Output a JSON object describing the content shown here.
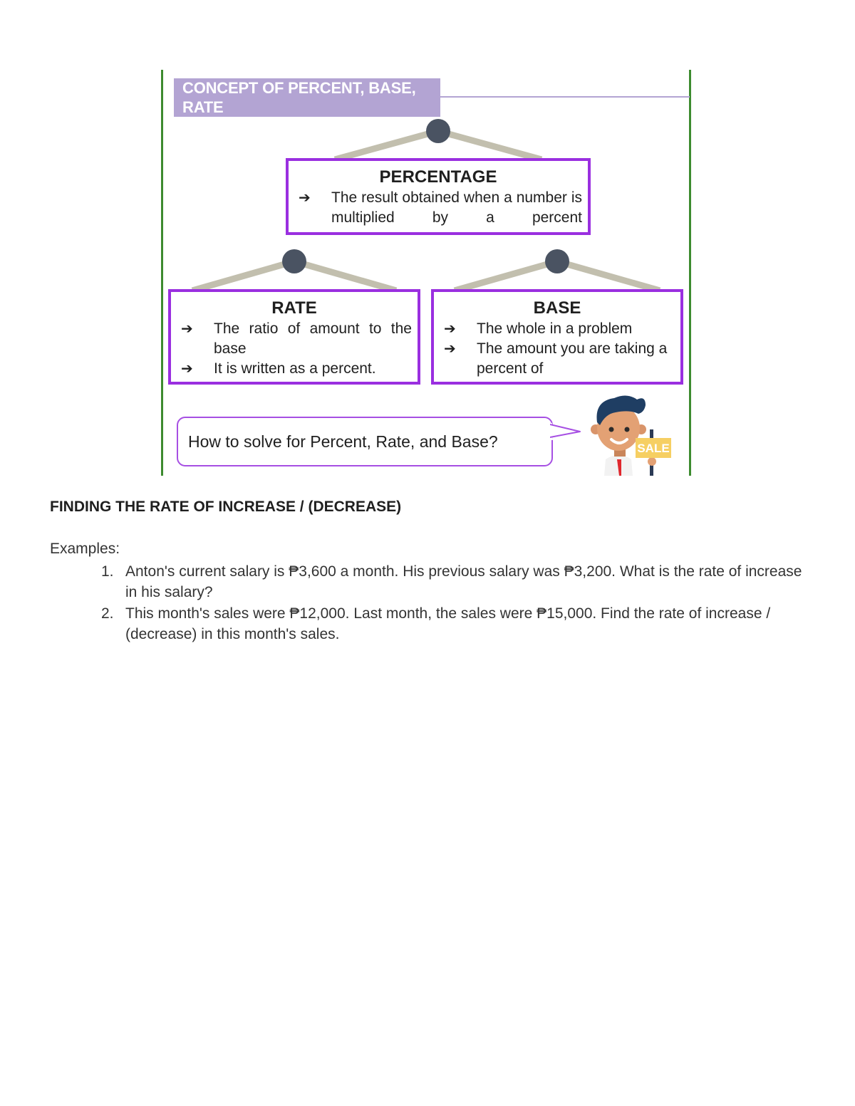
{
  "figure": {
    "title": "CONCEPT OF PERCENT, BASE, RATE",
    "percentage": {
      "heading": "PERCENTAGE",
      "items": [
        "The result obtained when a number is multiplied by a percent"
      ]
    },
    "rate": {
      "heading": "RATE",
      "items": [
        "The ratio of amount to the base",
        "It is written as a percent."
      ]
    },
    "base": {
      "heading": "BASE",
      "items": [
        "The whole in a problem",
        "The amount you are taking a percent of"
      ]
    },
    "bubble_text": "How to solve for Percent, Rate, and Base?",
    "sign_text": "SALE",
    "arrow_glyph": "➔",
    "colors": {
      "banner": "#b3a4d3",
      "box_border": "#9a2fe0",
      "frame": "#3d8b2f",
      "node": "#4a5362",
      "branch": "#c2bfae"
    }
  },
  "section": {
    "heading": "FINDING THE RATE OF INCREASE / (DECREASE)",
    "examples_label": "Examples:",
    "examples": [
      {
        "num": "1.",
        "text": "Anton's current salary is ₱3,600 a month. His previous salary was ₱3,200. What is the rate of increase in his salary?"
      },
      {
        "num": "2.",
        "text": "This month's sales were ₱12,000. Last month, the sales were ₱15,000. Find the rate of increase / (decrease) in this month's sales."
      }
    ]
  }
}
